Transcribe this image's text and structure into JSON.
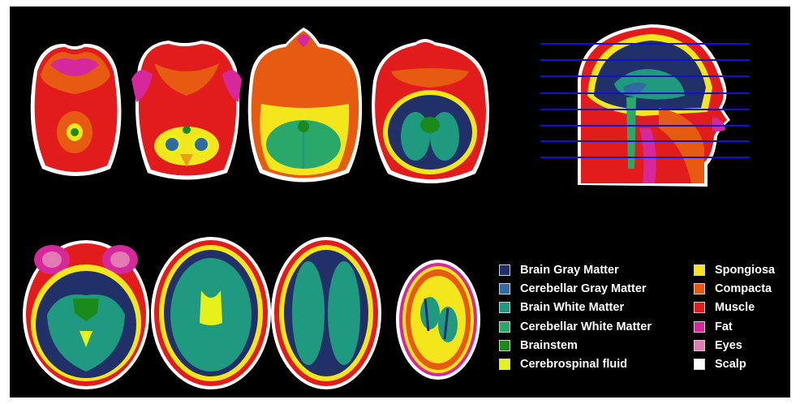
{
  "figure": {
    "background": "#000000",
    "slice_line_color": "#1010d0"
  },
  "legend": {
    "left_column": [
      {
        "label": "Brain Gray Matter",
        "color": "#22306a"
      },
      {
        "label": "Cerebellar Gray Matter",
        "color": "#2f6aa0"
      },
      {
        "label": "Brain White Matter",
        "color": "#1f9a80"
      },
      {
        "label": "Cerebellar White Matter",
        "color": "#2aa86a"
      },
      {
        "label": "Brainstem",
        "color": "#1a8a1a"
      },
      {
        "label": "Cerebrospinal fluid",
        "color": "#e6f21a"
      }
    ],
    "right_column": [
      {
        "label": "Spongiosa",
        "color": "#f4e61c"
      },
      {
        "label": "Compacta",
        "color": "#e65a12"
      },
      {
        "label": "Muscle",
        "color": "#e21c1c"
      },
      {
        "label": "Fat",
        "color": "#d6289a"
      },
      {
        "label": "Eyes",
        "color": "#e27ab4"
      },
      {
        "label": "Scalp",
        "color": "#ffffff"
      }
    ]
  }
}
